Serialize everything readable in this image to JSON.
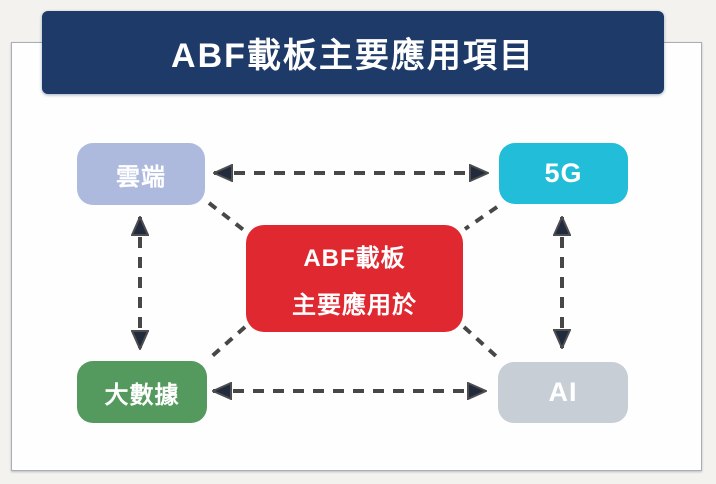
{
  "header": {
    "title": "ABF載板主要應用項目"
  },
  "center_box": {
    "line1": "ABF載板",
    "line2": "主要應用於",
    "color": "#e02830"
  },
  "nodes": {
    "cloud": {
      "label": "雲端",
      "color": "#adbade"
    },
    "five_g": {
      "label": "5G",
      "color": "#22bdd8"
    },
    "big_data": {
      "label": "大數據",
      "color": "#549a5e"
    },
    "ai": {
      "label": "AI",
      "color": "#c7ced6"
    }
  },
  "colors": {
    "background": "#f3f2ef",
    "card": "#fefefe",
    "card_border": "#a9aeb6",
    "banner": "#1e3a68",
    "arrow_dash": "#474747",
    "arrowhead_fill": "#222b3e"
  }
}
